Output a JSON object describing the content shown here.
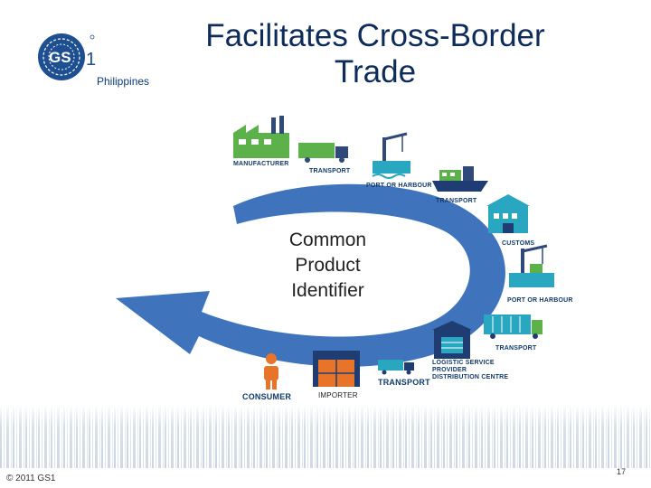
{
  "header": {
    "logo_text": "GS1",
    "country": "Philippines",
    "title_line1": "Facilitates Cross-Border",
    "title_line2": "Trade"
  },
  "cycle": {
    "center_line1": "Common",
    "center_line2": "Product",
    "center_line3": "Identifier",
    "nodes": {
      "manufacturer": "MANUFACTURER",
      "transport1": "TRANSPORT",
      "port1": "PORT OR HARBOUR",
      "transport2": "TRANSPORT",
      "customs": "CUSTOMS",
      "port2": "PORT OR HARBOUR",
      "transport3": "TRANSPORT",
      "lsp_line1": "LOGISTIC SERVICE",
      "lsp_line2": "PROVIDER",
      "lsp_line3": "DISTRIBUTION CENTRE",
      "transport4": "TRANSPORT",
      "importer": "IMPORTER",
      "consumer": "CONSUMER"
    },
    "colors": {
      "arrow": "#3f74bd",
      "green": "#5db14a",
      "navy": "#1f3d73",
      "teal": "#2aa7c0",
      "orange": "#e8742a"
    }
  },
  "footer": {
    "copyright": "© 2011 GS1",
    "page_number": "17"
  }
}
